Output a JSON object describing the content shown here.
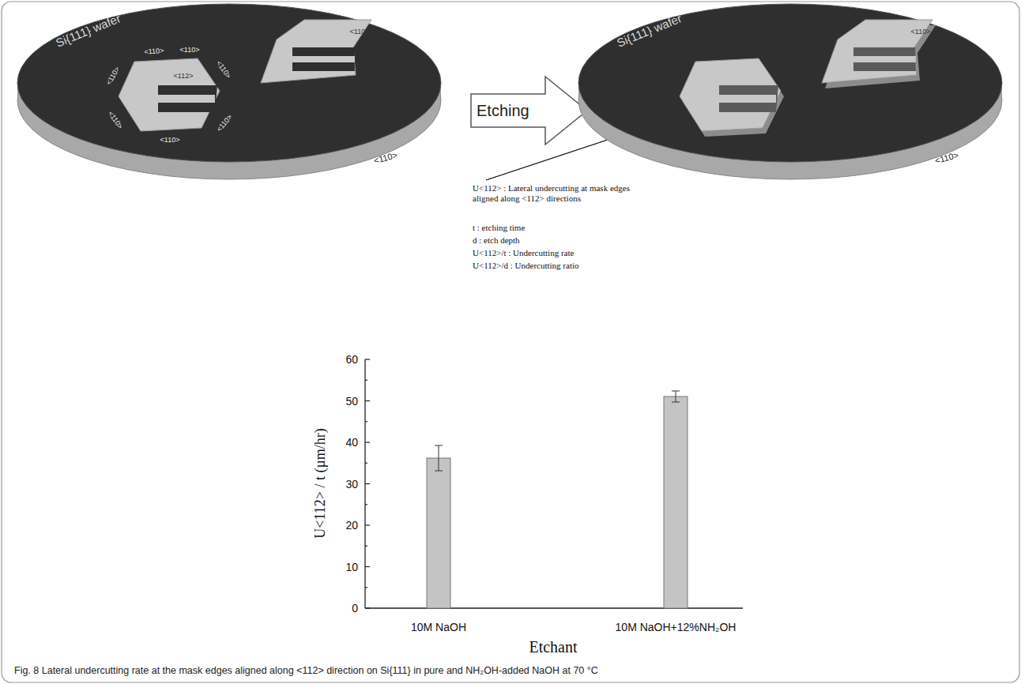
{
  "diagram": {
    "caption": "Fig. 8 Lateral undercutting rate at the mask edges aligned along <112> direction on Si{111} in pure and NH₂OH-added NaOH at 70 °C",
    "nodes": [
      {
        "text": [
          "Si{111} wafer"
        ]
      },
      {
        "text": [
          "Etching"
        ]
      },
      {
        "text": [
          "Si{111} wafer"
        ]
      }
    ],
    "labels": [
      "<110>",
      "<110>",
      "<110>",
      "<110>",
      "<110>",
      "<110>",
      "<110>",
      "<110>",
      "<112>",
      "<110>",
      "<110>",
      "<110>",
      "U<112> : Lateral undercutting at mask edges aligned along <112> directions",
      "t : etching time",
      "d : etch depth",
      "U<112>/t : Undercutting rate",
      "U<112>/d : Undercutting ratio",
      "U<112> / t (µm/hr)",
      "0",
      "10",
      "20",
      "30",
      "40",
      "50",
      "60",
      "10M NaOH",
      "10M NaOH+12%NH₂OH",
      "Etchant"
    ]
  }
}
